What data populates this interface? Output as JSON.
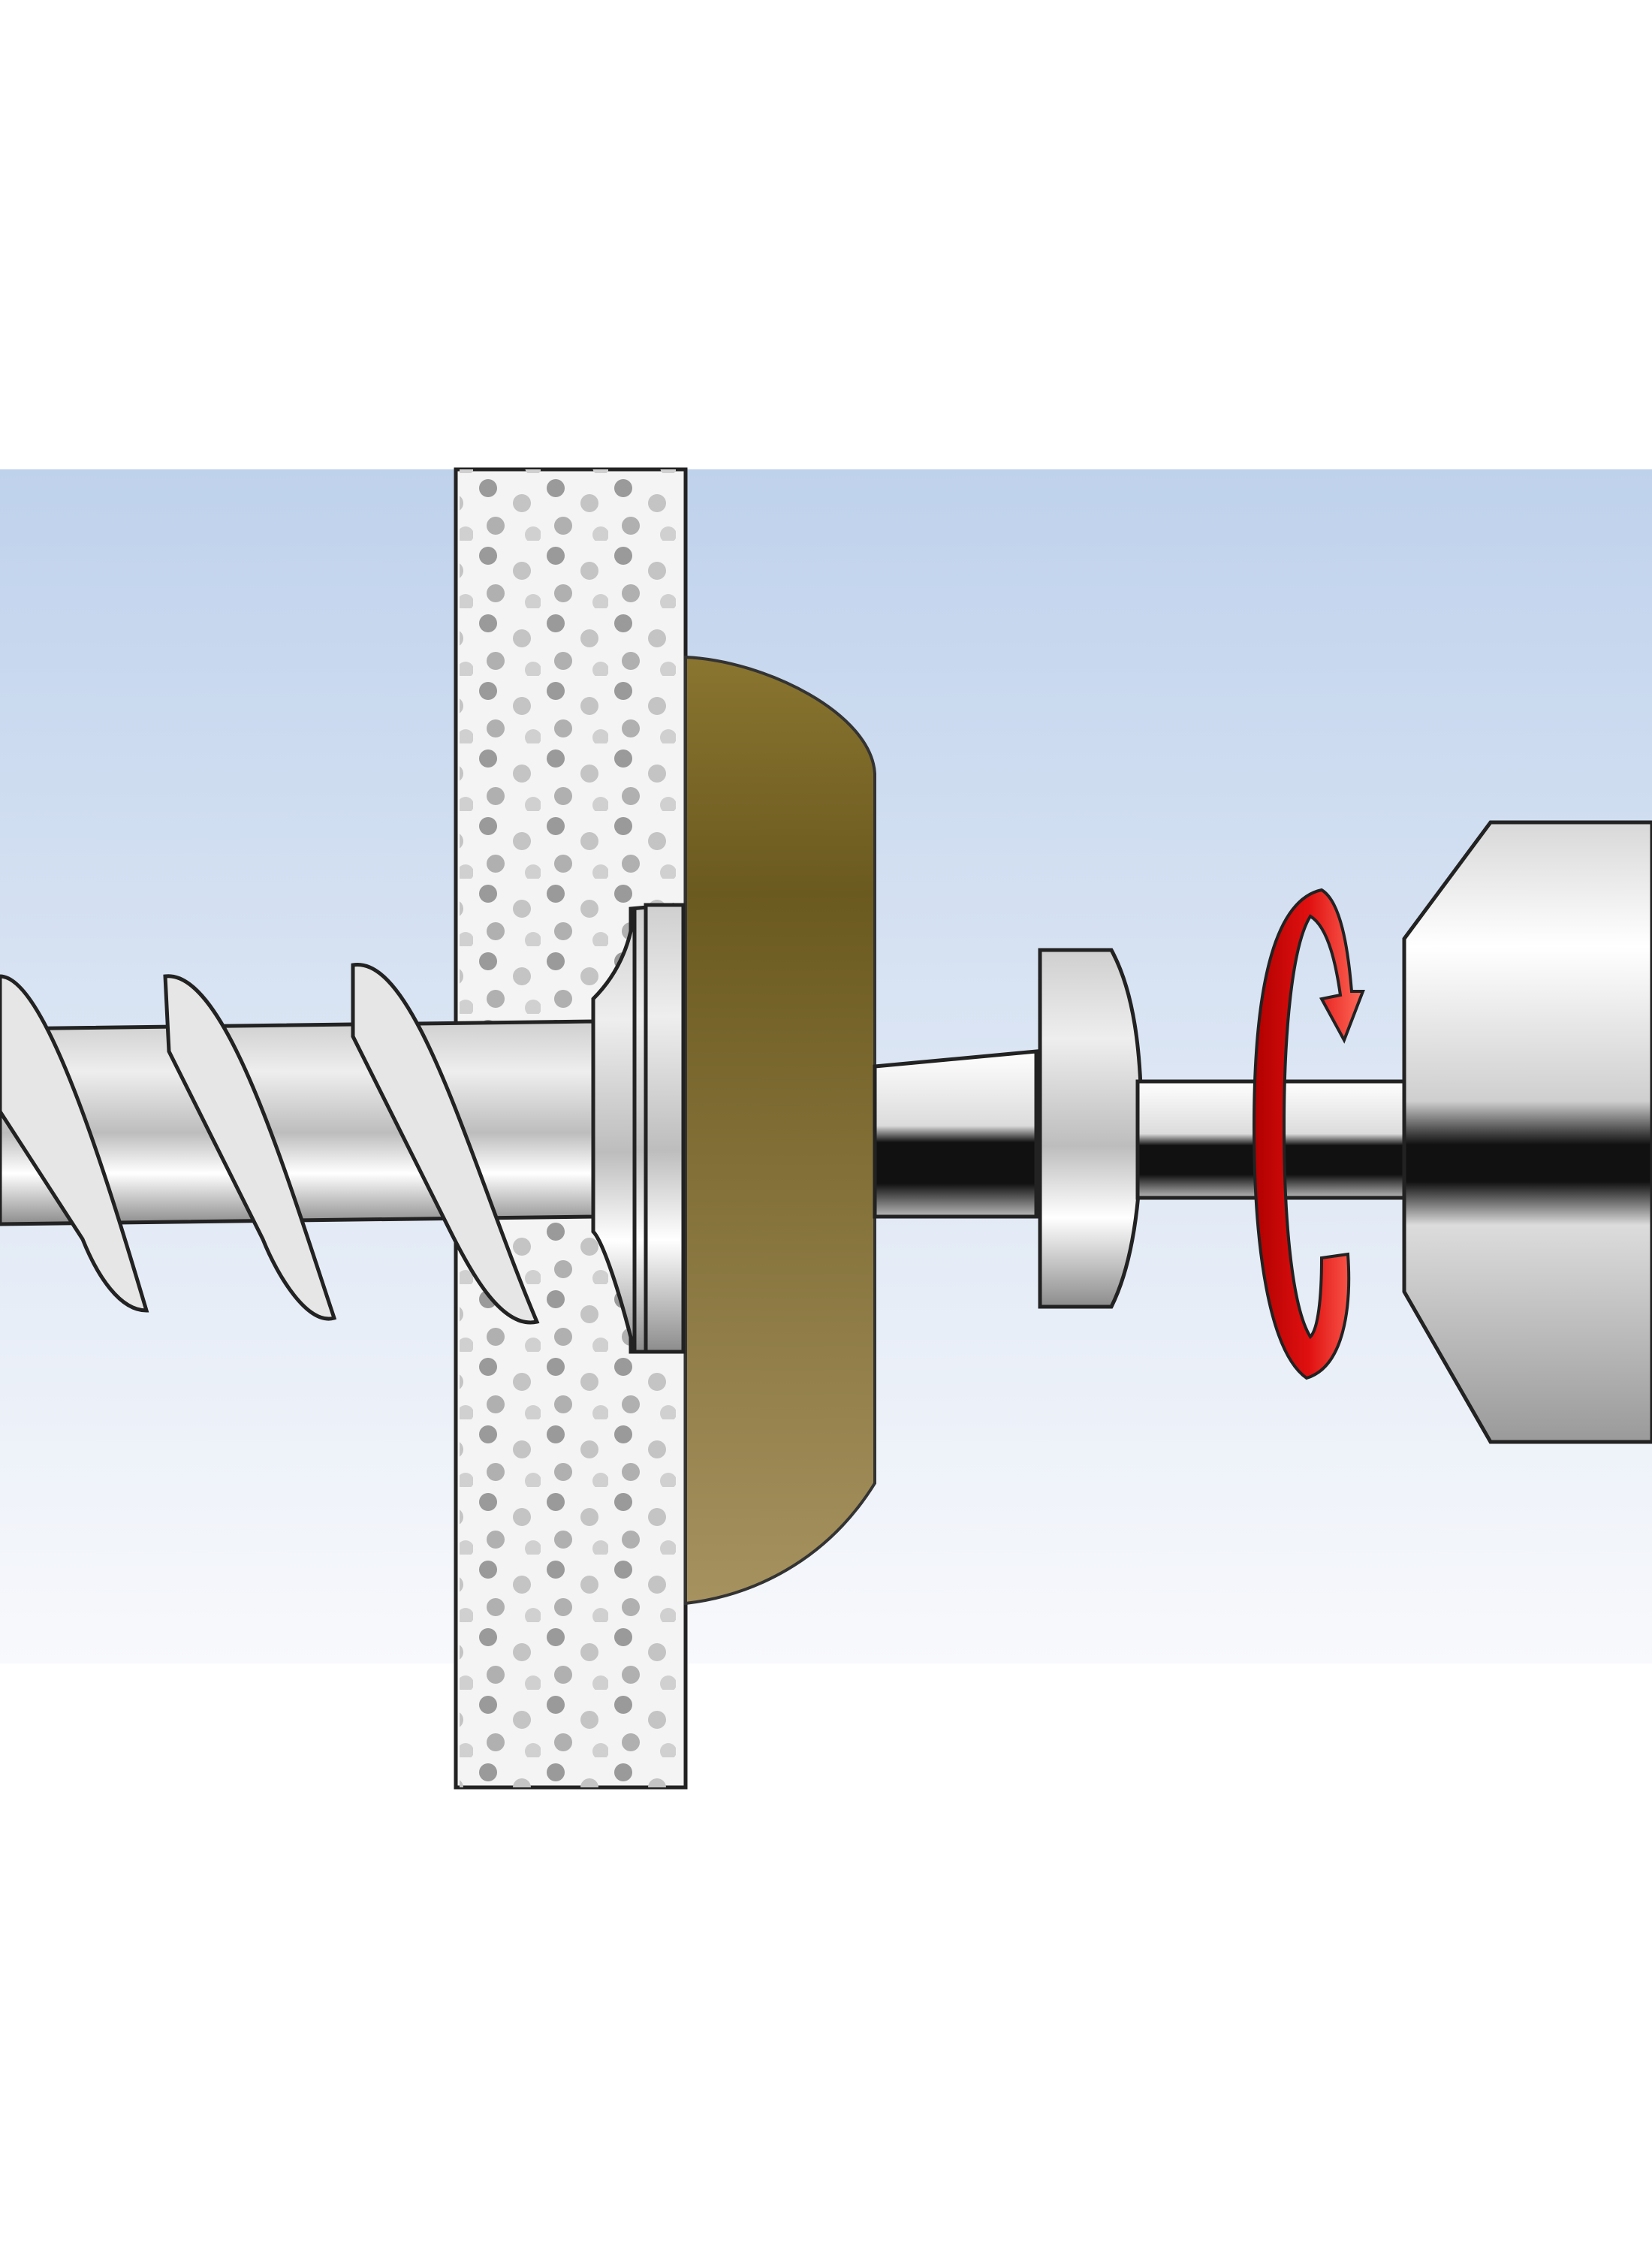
{
  "diagram": {
    "kind": "installation-step-illustration",
    "has_text": false,
    "parts": [
      "drywall-panel",
      "wooden-fixture",
      "self-drilling-anchor",
      "screw-bit",
      "drill-chuck",
      "rotation-arrow"
    ],
    "colors": {
      "background_top": "#bfd2ec",
      "background_bottom": "#f8f9fc",
      "drywall_fill": "#f4f4f4",
      "drywall_dots": "#9a9a9a",
      "wood_dark": "#6b5a1f",
      "wood_light": "#a6925f",
      "metal_light": "#eeeeee",
      "metal_dark": "#8c8c8c",
      "rotation_arrow": "#e01010"
    },
    "icons": [
      "rotation-arrow-icon"
    ]
  }
}
